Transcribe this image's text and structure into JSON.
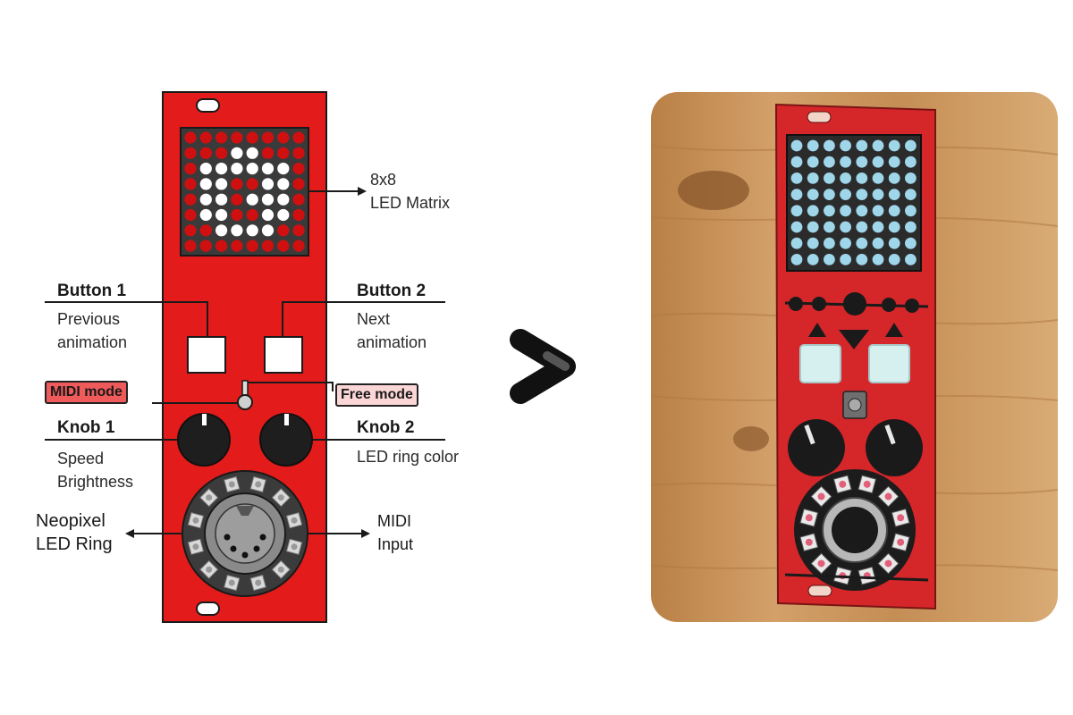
{
  "labels": {
    "matrix": "8x8\nLED Matrix",
    "button1_title": "Button 1",
    "button1_desc": "Previous\nanimation",
    "button2_title": "Button 2",
    "button2_desc": "Next\nanimation",
    "midi_mode": "MIDI mode",
    "free_mode": "Free mode",
    "knob1_title": "Knob 1",
    "knob1_desc": "Speed\nBrightness",
    "knob2_title": "Knob 2",
    "knob2_desc": "LED ring color",
    "neopixel": "Neopixel\nLED Ring",
    "midi_input": "MIDI\nInput"
  },
  "matrix_pattern": [
    "00000000",
    "00011000",
    "01111110",
    "01100110",
    "01101110",
    "01100110",
    "00111100",
    "00000000"
  ],
  "colors": {
    "panel_red": "#e31b1b",
    "led_off": "#d01010",
    "led_on": "#ffffff",
    "matrix_bg": "#3a3a3a",
    "midi_tag_bg": "#ef5a5a",
    "free_tag_bg": "#fbd6d6",
    "arrow": "#111111",
    "arrow_highlight": "#555555",
    "wood": "#c8955a",
    "photo_led": "#9fd6ea"
  }
}
